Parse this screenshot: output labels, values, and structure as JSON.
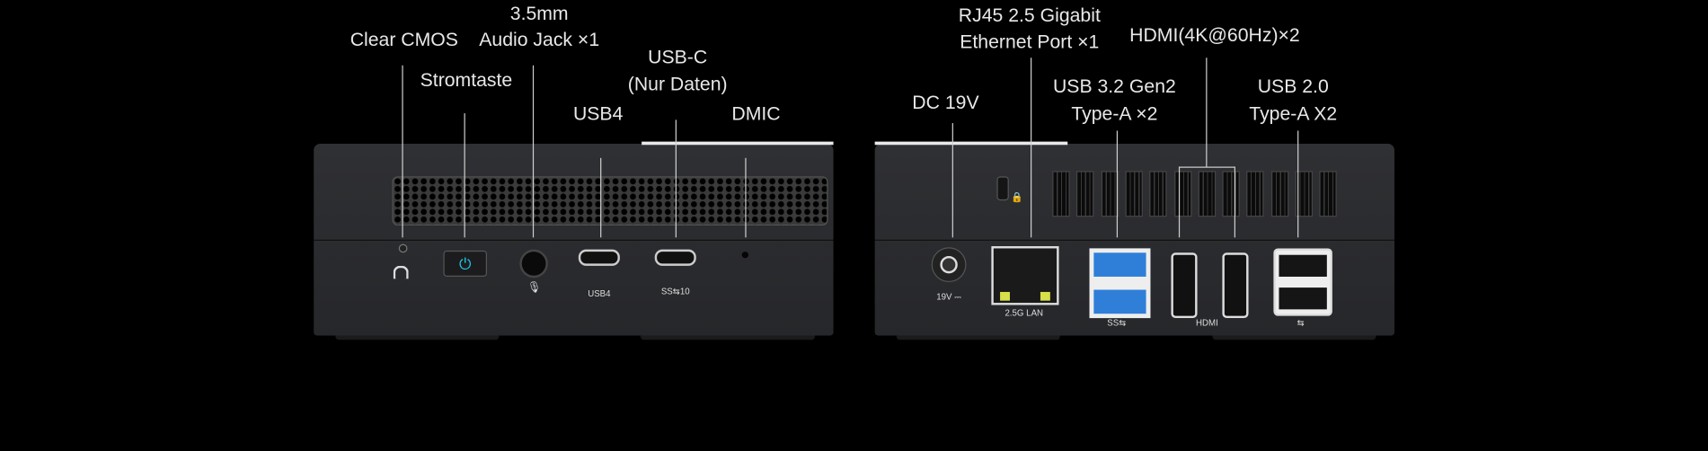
{
  "front": {
    "labels": {
      "clear_cmos": "Clear CMOS",
      "audio_line1": "3.5mm",
      "audio_line2": "Audio Jack ×1",
      "power": "Stromtaste",
      "usbc_line1": "USB-C",
      "usbc_line2": "(Nur Daten)",
      "usb4": "USB4",
      "dmic": "DMIC"
    },
    "port_markings": {
      "usb4": "USB4",
      "usbc": "SS⇆10"
    },
    "colors": {
      "power_led": "#1ec8e6",
      "body": "#2c2d30"
    }
  },
  "back": {
    "labels": {
      "rj45_line1": "RJ45 2.5 Gigabit",
      "rj45_line2": "Ethernet Port ×1",
      "hdmi": "HDMI(4K@60Hz)×2",
      "dc": "DC 19V",
      "usb3_line1": "USB 3.2 Gen2",
      "usb3_line2": "Type-A ×2",
      "usb2_line1": "USB 2.0",
      "usb2_line2": "Type-A X2"
    },
    "port_markings": {
      "dc": "19V ⎓",
      "lan": "2.5G LAN",
      "usb3": "SS⇆",
      "hdmi": "HDMI",
      "usb2": "⇆"
    },
    "colors": {
      "usb3_blue": "#2f7fd8",
      "lan_led": "#d8e04a"
    }
  }
}
